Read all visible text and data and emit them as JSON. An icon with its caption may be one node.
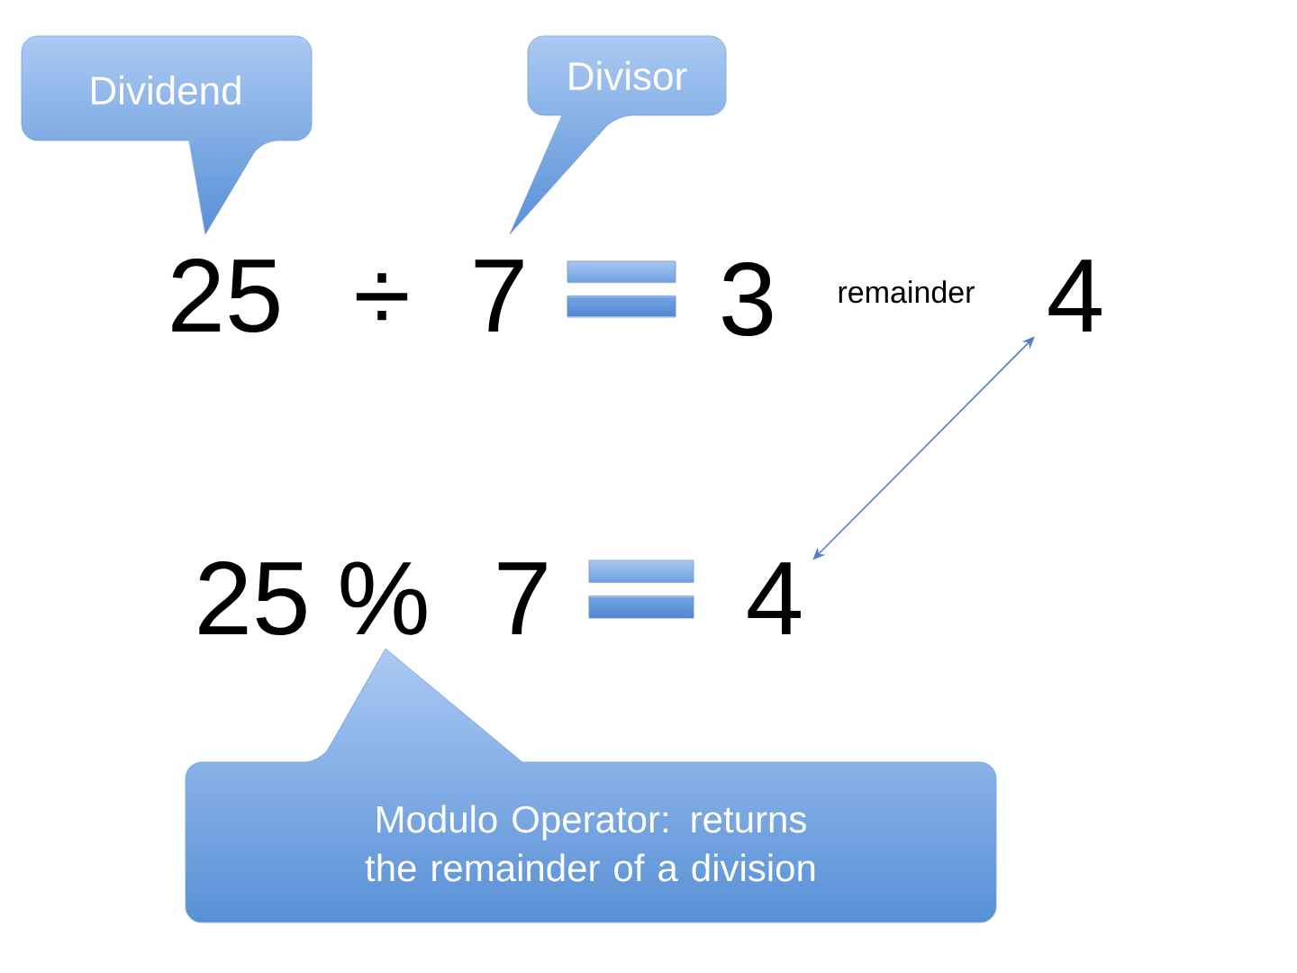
{
  "diagram": {
    "nodes": [
      {
        "text": [
          "Dividend"
        ]
      },
      {
        "text": [
          "Divisor"
        ]
      },
      {
        "text": [
          "4"
        ]
      },
      {
        "text": [
          "4"
        ]
      },
      {
        "text": [
          "Modulo Operator: returns the remainder of a division"
        ]
      }
    ],
    "edges": [
      {
        "from": 2,
        "to": 3,
        "arrow": "both"
      }
    ],
    "labels": [
      "25",
      "÷",
      "7",
      "3",
      "remainder",
      "25",
      "%",
      "7"
    ]
  }
}
